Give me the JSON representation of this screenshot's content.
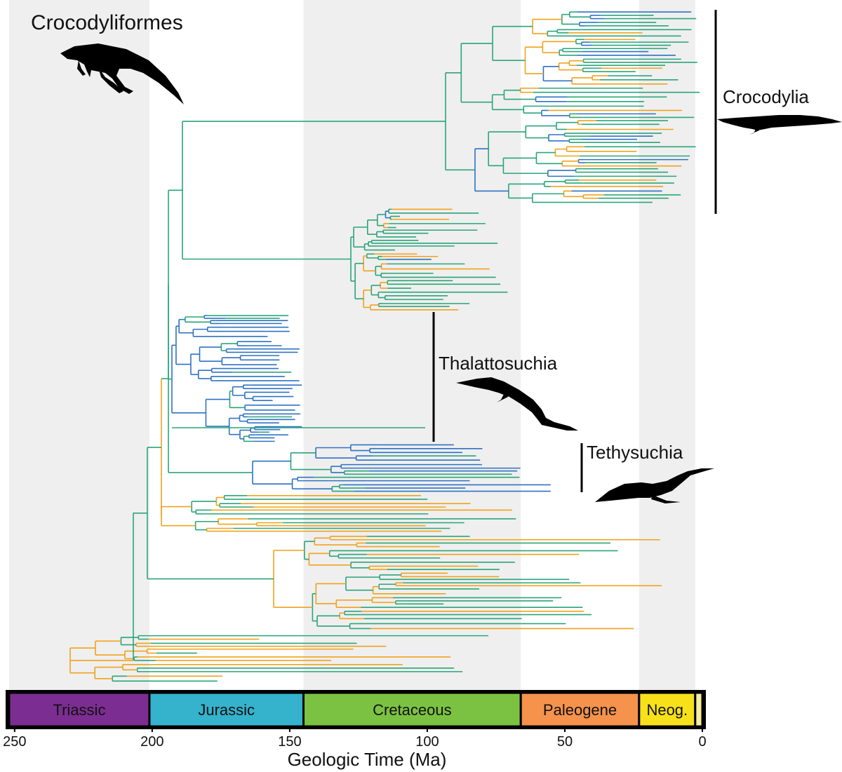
{
  "chart_data": {
    "type": "phylogenetic-tree",
    "title": "Crocodyliformes",
    "xlabel": "Geologic Time (Ma)",
    "xlim": [
      252,
      0
    ],
    "x_reversed": true,
    "xticks": [
      250,
      200,
      150,
      100,
      50,
      0
    ],
    "grid": false,
    "series": [
      {
        "name": "",
        "color": "#2aa57a"
      },
      {
        "name": "",
        "color": "#f0a21c"
      },
      {
        "name": "",
        "color": "#2f72c4"
      }
    ],
    "periods": [
      {
        "name": "Triassic",
        "start": 252,
        "end": 201,
        "color": "#7b2d91"
      },
      {
        "name": "Jurassic",
        "start": 201,
        "end": 145,
        "color": "#35b2cc"
      },
      {
        "name": "Cretaceous",
        "start": 145,
        "end": 66,
        "color": "#7cc242"
      },
      {
        "name": "Paleogene",
        "start": 66,
        "end": 23,
        "color": "#f5924c"
      },
      {
        "name": "Neog.",
        "start": 23,
        "end": 2.6,
        "color": "#f7e11a"
      },
      {
        "name": "",
        "start": 2.6,
        "end": 0,
        "color": "#f7ed9e"
      }
    ],
    "shaded_bands": [
      [
        252,
        201
      ],
      [
        145,
        66
      ],
      [
        23,
        2.6
      ]
    ],
    "clades": [
      {
        "name": "Crocodylia",
        "oldest_tip_ma": 66,
        "silhouette": "crocodylia-silhouette"
      },
      {
        "name": "Thalattosuchia",
        "oldest_tip_ma": 145,
        "silhouette": "thalattosuchia-silhouette"
      },
      {
        "name": "Tethysuchia",
        "oldest_tip_ma": 66,
        "silhouette": "tethysuchia-silhouette"
      }
    ],
    "root_age_ma": 230
  }
}
